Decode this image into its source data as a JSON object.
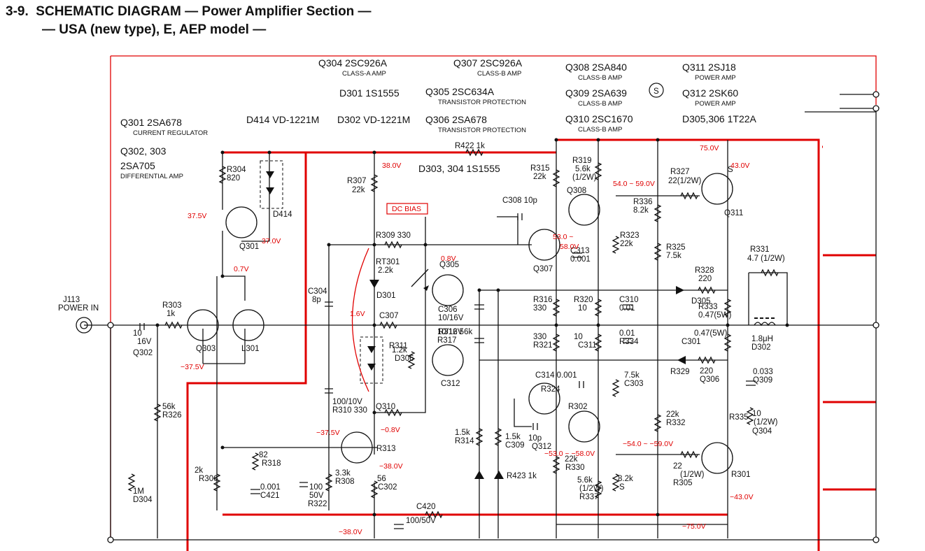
{
  "title": {
    "line1": "3-9.  SCHEMATIC DIAGRAM — Power Amplifier Section —",
    "line2": "— USA (new type), E, AEP model —"
  },
  "headers": [
    {
      "id": "h-q304",
      "text": "Q304  2SC926A",
      "sub": "CLASS-A AMP"
    },
    {
      "id": "h-q307",
      "text": "Q307  2SC926A",
      "sub": "CLASS-B AMP"
    },
    {
      "id": "h-q308",
      "text": "Q308  2SA840",
      "sub": "CLASS-B AMP"
    },
    {
      "id": "h-q311",
      "text": "Q311  2SJ18",
      "sub": "POWER AMP"
    },
    {
      "id": "h-d301",
      "text": "D301  1S1555",
      "sub": ""
    },
    {
      "id": "h-q305",
      "text": "Q305  2SC634A",
      "sub": "TRANSISTOR PROTECTION"
    },
    {
      "id": "h-q309",
      "text": "Q309  2SA639",
      "sub": "CLASS-B AMP"
    },
    {
      "id": "h-q312",
      "text": "Q312  2SK60",
      "sub": "POWER AMP"
    },
    {
      "id": "h-q301",
      "text": "Q301  2SA678",
      "sub": "CURRENT REGULATOR"
    },
    {
      "id": "h-d414",
      "text": "D414  VD-1221M",
      "sub": ""
    },
    {
      "id": "h-d302",
      "text": "D302  VD-1221M",
      "sub": ""
    },
    {
      "id": "h-q306",
      "text": "Q306  2SA678",
      "sub": "TRANSISTOR PROTECTION"
    },
    {
      "id": "h-q310",
      "text": "Q310  2SC1670",
      "sub": "CLASS-B AMP"
    },
    {
      "id": "h-d305",
      "text": "D305,306  1T22A",
      "sub": ""
    },
    {
      "id": "h-q302",
      "text": "Q302, 303",
      "sub": ""
    },
    {
      "id": "h-2sa705",
      "text": "2SA705",
      "sub": "DIFFERENTIAL AMP"
    },
    {
      "id": "h-d303",
      "text": "D303, 304  1S1555",
      "sub": ""
    }
  ],
  "safety_mark": "S",
  "labels": [
    "R304",
    "820",
    "D414",
    "R307",
    "22k",
    "R422  1k",
    "R315",
    "22k",
    "R319",
    "5.6k",
    "(1/2W)",
    "R327",
    "22(1/2W)",
    "S",
    "Q308",
    "R336",
    "8.2k",
    "Q311",
    "DC BIAS",
    "C308  10p",
    "R309  330",
    "Q307",
    "C313",
    "0.001",
    "R323",
    "22k",
    "R325",
    "7.5k",
    "Q301",
    "RT301",
    "2.2k",
    "Q305",
    "R331",
    "4.7  (1/2W)",
    "R328",
    "220",
    "D301",
    "J113",
    "POWER IN",
    "R303",
    "1k",
    "C304",
    "8p",
    "R316",
    "330",
    "R320",
    "10",
    "C310",
    "0.01",
    "D305",
    "R333",
    "0.47(5W)",
    "C306",
    "10/16V",
    "R312  56k",
    "C307",
    "10/16V",
    "R317",
    "330",
    "R321",
    "10",
    "C311",
    "0.01",
    "R334",
    "0.47(5W)",
    "C301",
    "10",
    "16V",
    "Q302",
    "Q303",
    "L301",
    "1.8μH",
    "D302",
    "R311",
    "1.2k",
    "D306",
    "R329",
    "220",
    "Q306",
    "C312",
    "0.033",
    "Q309",
    "C314  0.001",
    "R324",
    "7.5k",
    "C303",
    "100/10V",
    "R310  330",
    "Q310",
    "R302",
    "56k",
    "R326",
    "22k",
    "R332",
    "10",
    "(1/2W)",
    "Q304",
    "R313",
    "1.5k",
    "R314",
    "1.5k",
    "C309",
    "10p",
    "Q312",
    "R335",
    "82",
    "R318",
    "22k",
    "R330",
    "22",
    "(1/2W)",
    "R305",
    "2k",
    "R306",
    "3.3k",
    "R308",
    "56",
    "C302",
    "0.001",
    "C421",
    "100",
    "50V",
    "R322",
    "5.6k",
    "(1/2W)",
    "R337",
    "8.2k",
    "S",
    "R301",
    "1M",
    "D304",
    "R423  1k",
    "C420",
    "100/50V"
  ],
  "voltages": [
    "38.0V",
    "75.0V",
    "43.0V",
    "37.5V",
    "54.0 ~ 59.0V",
    "37.0V",
    "0.7V",
    "53.0 ~",
    "58.0V",
    "0.8V",
    "1.6V",
    "−37.5V",
    "−37.5V",
    "−0.8V",
    "−38.0V",
    "−53.0 ~ −58.0V",
    "−54.0 ~ −59.0V",
    "−43.0V",
    "−38.0V",
    "−75.0V"
  ]
}
